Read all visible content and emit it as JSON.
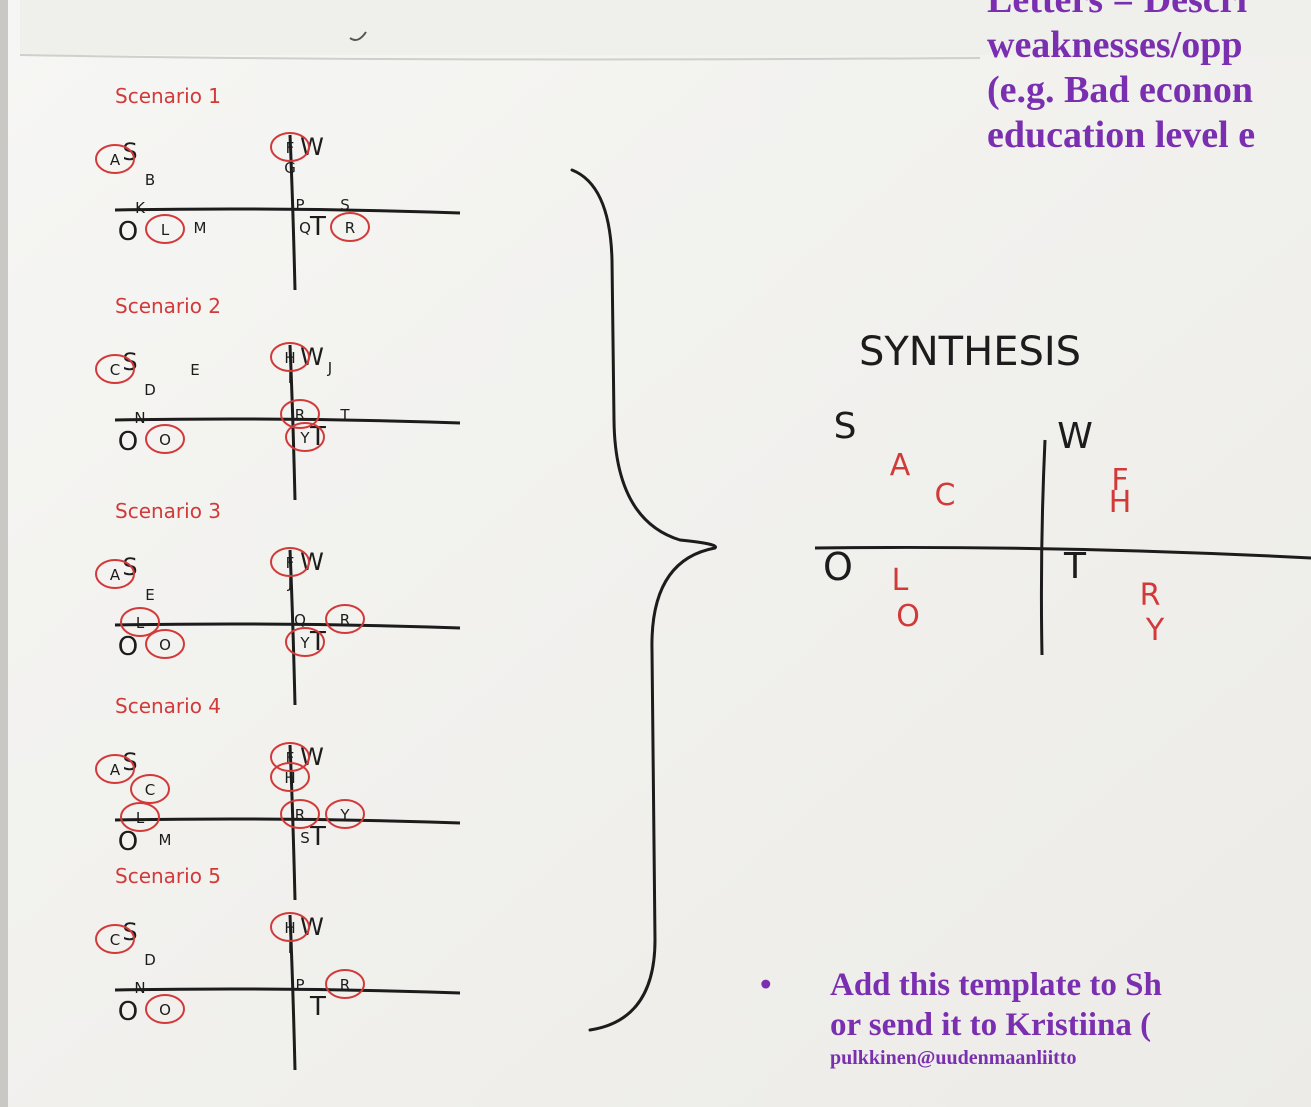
{
  "colors": {
    "paper": "#f4f4f2",
    "marker_black": "#1c1c1c",
    "marker_red": "#d23a3a",
    "caption_purple": "#7a2fb0"
  },
  "scenarios": [
    {
      "title": "Scenario 1",
      "S": [
        "A",
        "B"
      ],
      "W": [
        "F",
        "G"
      ],
      "O": [
        "K",
        "L",
        "M"
      ],
      "T": [
        "P",
        "S",
        "Q",
        "R"
      ]
    },
    {
      "title": "Scenario 2",
      "S": [
        "C",
        "D",
        "E"
      ],
      "W": [
        "H",
        "I",
        "J"
      ],
      "O": [
        "N",
        "O"
      ],
      "T": [
        "R",
        "T",
        "Y"
      ]
    },
    {
      "title": "Scenario 3",
      "S": [
        "A",
        "E"
      ],
      "W": [
        "F",
        "J"
      ],
      "O": [
        "L",
        "O"
      ],
      "T": [
        "Q",
        "R",
        "Y"
      ]
    },
    {
      "title": "Scenario 4",
      "S": [
        "A",
        "C"
      ],
      "W": [
        "F",
        "H"
      ],
      "O": [
        "L",
        "M"
      ],
      "T": [
        "R",
        "Y",
        "S"
      ]
    },
    {
      "title": "Scenario 5",
      "S": [
        "C",
        "D"
      ],
      "W": [
        "H",
        "I"
      ],
      "O": [
        "N",
        "O"
      ],
      "T": [
        "P",
        "R"
      ]
    }
  ],
  "quadrant_labels": {
    "S": "S",
    "W": "W",
    "O": "O",
    "T": "T"
  },
  "synthesis": {
    "title": "SYNTHESIS",
    "S": [
      "A",
      "C"
    ],
    "W": [
      "F",
      "H"
    ],
    "O": [
      "L",
      "O"
    ],
    "T": [
      "R",
      "Y"
    ]
  },
  "captions": {
    "top": [
      "Letters = Descri",
      "weaknesses/opp",
      "(e.g. Bad econon",
      "education level e"
    ],
    "bottom_bullet": "•",
    "bottom": [
      "Add this template to Sh",
      "or send it to Kristiina ("
    ],
    "bottom_email": "pulkkinen@uudenmaanliitto"
  }
}
